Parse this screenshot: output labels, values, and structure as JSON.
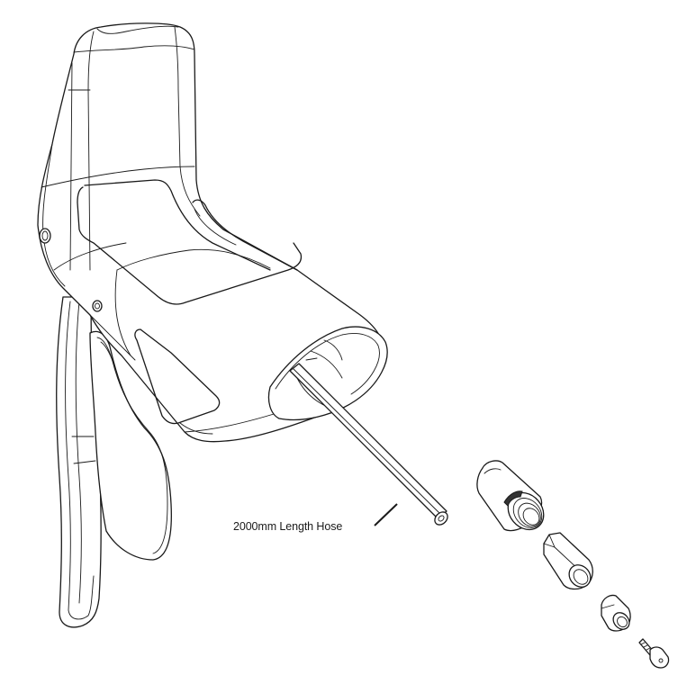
{
  "diagram": {
    "type": "exploded-parts-line-drawing",
    "subject": "hydraulic brake lever assembly",
    "background_color": "#ffffff",
    "line_color": "#1a1a1a",
    "parts": [
      {
        "id": "lever-body",
        "name": "brake lever hood / master cylinder body"
      },
      {
        "id": "lever-blade",
        "name": "brake lever blade"
      },
      {
        "id": "hose",
        "name": "hose"
      },
      {
        "id": "hose-boot",
        "name": "threaded hose boot / compression cover"
      },
      {
        "id": "compression-nut",
        "name": "hex compression nut"
      },
      {
        "id": "olive",
        "name": "compression olive"
      },
      {
        "id": "hose-barb",
        "name": "hose barb / insert"
      }
    ],
    "labels": {
      "hose_label": "2000mm Length Hose"
    }
  }
}
